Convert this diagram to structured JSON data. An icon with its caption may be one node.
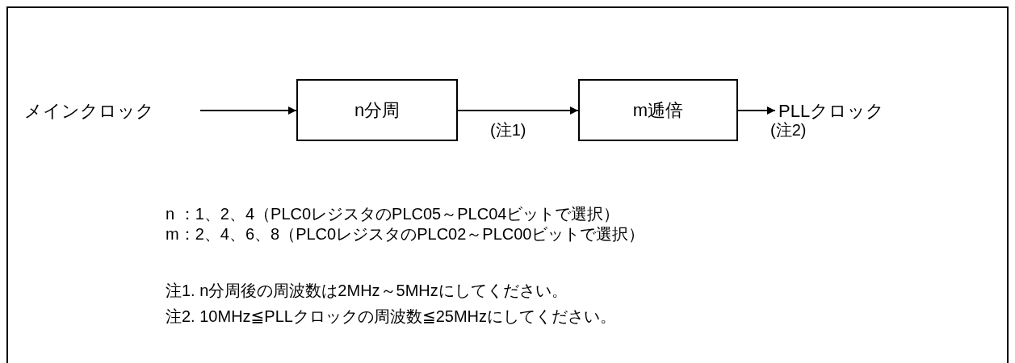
{
  "diagram": {
    "nodes": [
      {
        "text": [
          "メインクロック"
        ]
      },
      {
        "text": [
          "n分周"
        ]
      },
      {
        "text": [
          "m逓倍"
        ]
      },
      {
        "text": [
          "PLLクロック"
        ]
      }
    ],
    "edges": [
      {
        "from": 0,
        "to": 1,
        "arrow": "to"
      },
      {
        "from": 1,
        "to": 2,
        "arrow": "to",
        "label": "(注1)"
      },
      {
        "from": 2,
        "to": 3,
        "arrow": "to",
        "label": "(注2)"
      }
    ],
    "labels": [
      "n ：1、2、4（PLC0レジスタのPLC05～PLC04ビットで選択）",
      "m：2、4、6、8（PLC0レジスタのPLC02～PLC00ビットで選択）",
      "注1. n分周後の周波数は2MHz～5MHzにしてください。",
      "注2. 10MHz≦PLLクロックの周波数≦25MHzにしてください。"
    ]
  }
}
